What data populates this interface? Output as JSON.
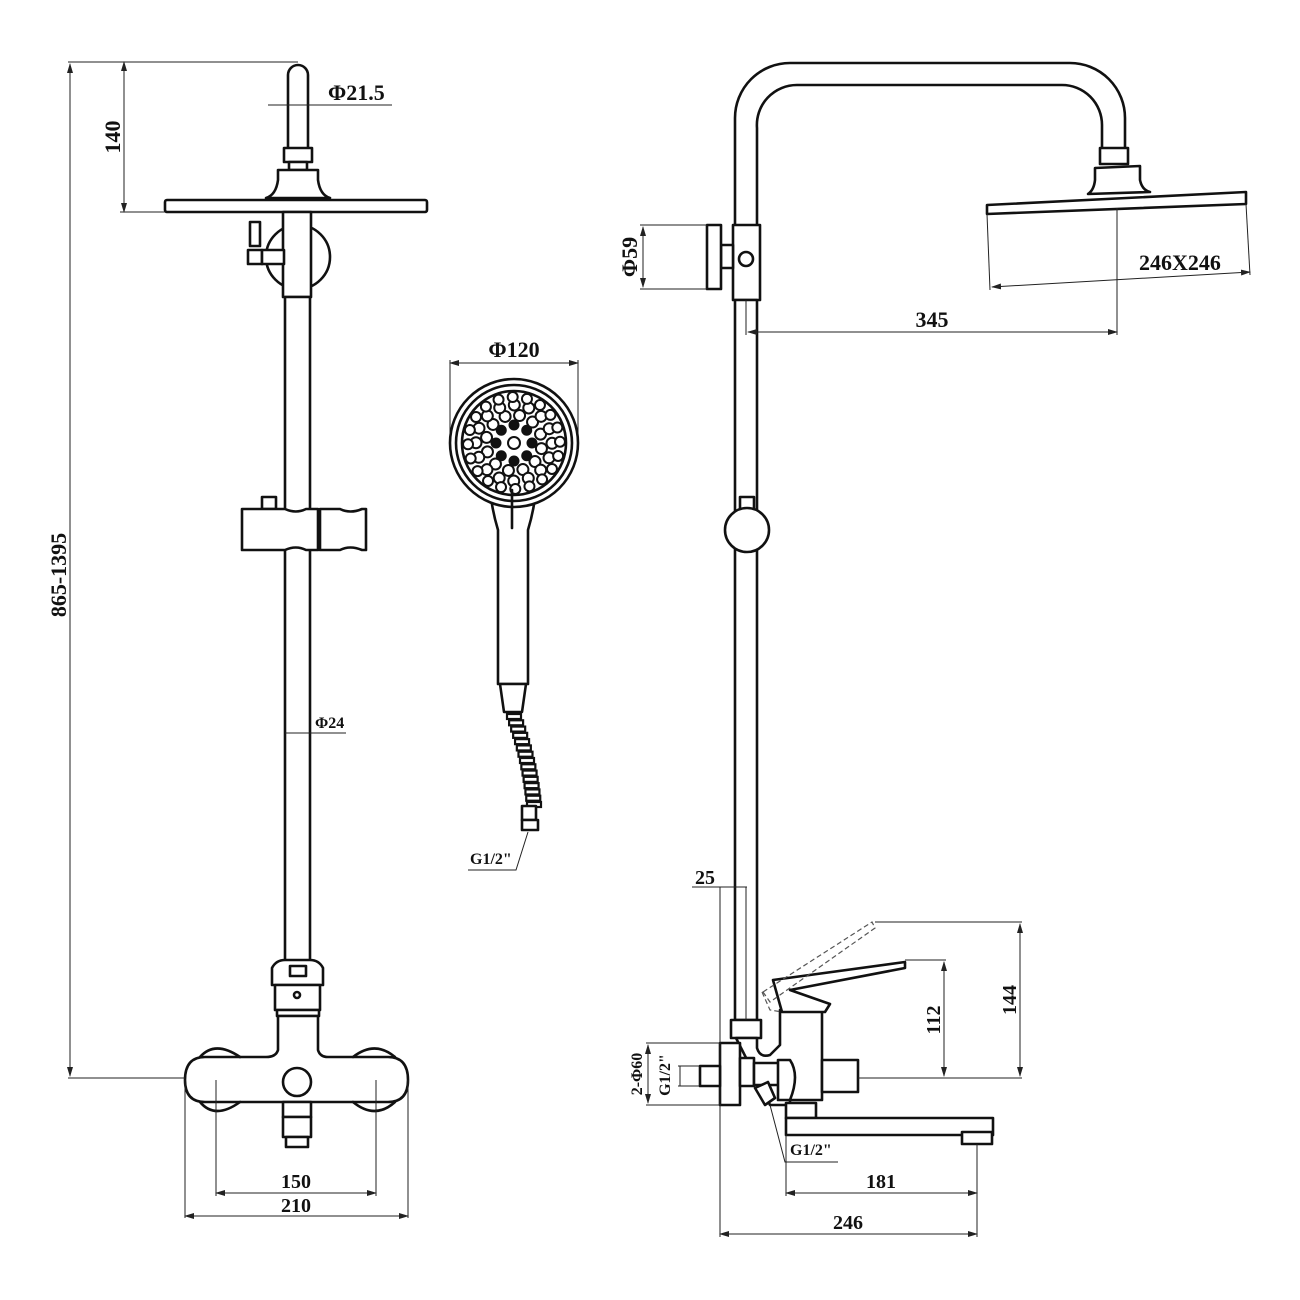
{
  "drawing": {
    "title": "Shower system technical drawing",
    "views": [
      "front-view",
      "hand-shower-view",
      "side-view"
    ]
  },
  "front_view": {
    "dims": {
      "total_height": "865-1395",
      "arm_height": "140",
      "arm_diameter": "Φ21.5",
      "rail_diameter": "Φ24",
      "inlet_centers": "150",
      "mixer_width": "210"
    }
  },
  "hand_shower": {
    "dims": {
      "head_diameter": "Φ120",
      "hose_connector": "G1/2\""
    }
  },
  "side_view": {
    "dims": {
      "diverter_diameter": "Φ59",
      "head_size": "246X246",
      "arm_reach": "345",
      "rail_offset": "25",
      "lever_height": "112",
      "lever_open_height": "144",
      "escutcheon": "2-Φ60",
      "inlet_thread": "G1/2\"",
      "outlet_thread": "G1/2\"",
      "spout_reach": "181",
      "total_depth": "246"
    }
  }
}
